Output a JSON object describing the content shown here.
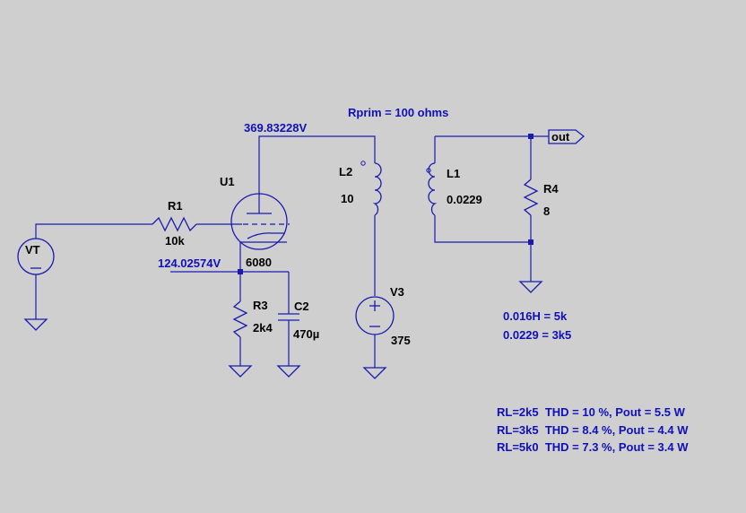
{
  "annotations": {
    "rprim": "Rprim = 100 ohms",
    "plate_voltage": "369.83228V",
    "cathode_voltage": "124.02574V",
    "ind_1": "0.016H = 5k",
    "ind_2": "0.0229 = 3k5",
    "results": [
      "RL=2k5  THD = 10 %, Pout = 5.5 W",
      "RL=3k5  THD = 8.4 %, Pout = 4.4 W",
      "RL=5k0  THD = 7.3 %, Pout = 3.4 W"
    ]
  },
  "components": {
    "vt": {
      "name": "VT"
    },
    "r1": {
      "name": "R1",
      "value": "10k"
    },
    "u1": {
      "name": "U1",
      "value": "6080"
    },
    "r3": {
      "name": "R3",
      "value": "2k4"
    },
    "c2": {
      "name": "C2",
      "value": "470µ"
    },
    "l2": {
      "name": "L2",
      "value": "10"
    },
    "v3": {
      "name": "V3",
      "value": "375"
    },
    "l1": {
      "name": "L1",
      "value": "0.0229"
    },
    "r4": {
      "name": "R4",
      "value": "8"
    },
    "out": {
      "name": "out"
    }
  },
  "colors": {
    "background": "#cfcfcf",
    "wire": "#1a1ab0",
    "label": "#000000",
    "annotation": "#1010b8"
  }
}
